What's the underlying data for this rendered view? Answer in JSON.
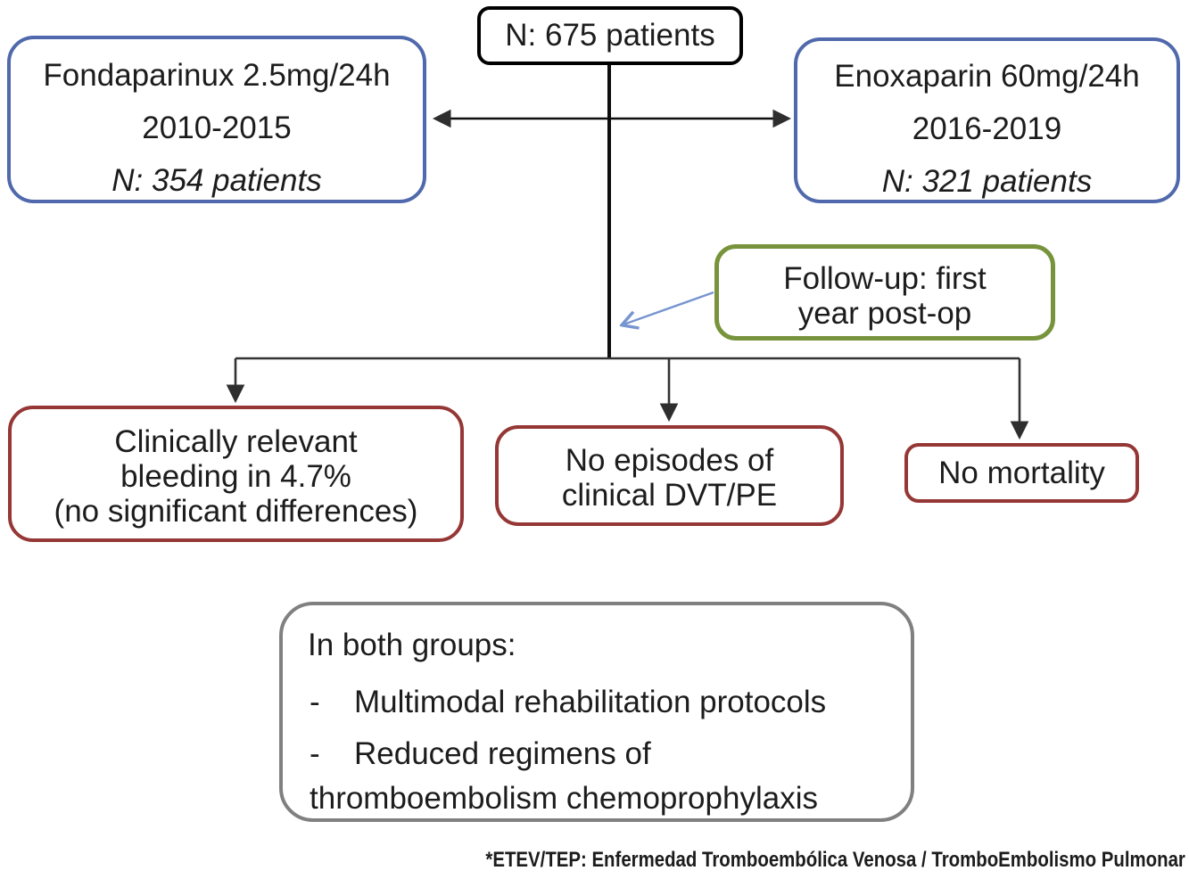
{
  "diagram": {
    "title_box": {
      "text": "N: 675 patients"
    },
    "group_left": {
      "line1": "Fondaparinux 2.5mg/24h",
      "line2": "2010-2015",
      "line3": "N: 354 patients"
    },
    "group_right": {
      "line1": "Enoxaparin 60mg/24h",
      "line2": "2016-2019",
      "line3": "N: 321 patients"
    },
    "followup": {
      "line1": "Follow-up: first",
      "line2": "year post-op"
    },
    "outcomes": [
      {
        "line1": "Clinically relevant",
        "line2": "bleeding in 4.7%",
        "line3": "(no significant differences)"
      },
      {
        "line1": "No episodes of",
        "line2": "clinical DVT/PE"
      },
      {
        "line1": "No mortality"
      }
    ],
    "summary": {
      "title": "In both groups:",
      "bullet_char": "-",
      "bullets": [
        "Multimodal rehabilitation protocols",
        "Reduced regimens of thromboembolism chemoprophylaxis"
      ]
    },
    "footnote": "*ETEV/TEP: Enfermedad Tromboembólica Venosa / TromboEmbolismo Pulmonar",
    "colors": {
      "box-blue": "#5069ac",
      "box-green": "#77933C",
      "box-red": "#953735",
      "box-gray": "#808080",
      "arrow-blue": "#7795d0",
      "text": "#1c1c1c"
    }
  }
}
